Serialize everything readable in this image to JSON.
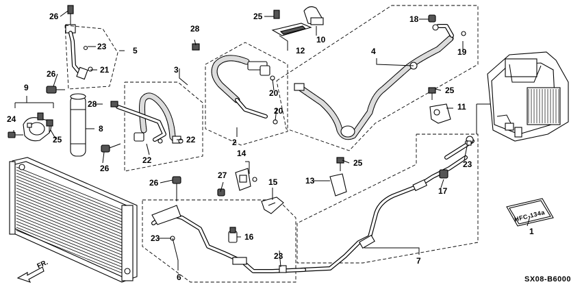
{
  "callouts": [
    {
      "id": "c1",
      "text": "1"
    },
    {
      "id": "c2",
      "text": "2"
    },
    {
      "id": "c3",
      "text": "3"
    },
    {
      "id": "c4",
      "text": "4"
    },
    {
      "id": "c5",
      "text": "5"
    },
    {
      "id": "c6",
      "text": "6"
    },
    {
      "id": "c7",
      "text": "7"
    },
    {
      "id": "c8",
      "text": "8"
    },
    {
      "id": "c9",
      "text": "9"
    },
    {
      "id": "c10",
      "text": "10"
    },
    {
      "id": "c11",
      "text": "11"
    },
    {
      "id": "c12",
      "text": "12"
    },
    {
      "id": "c13",
      "text": "13"
    },
    {
      "id": "c14",
      "text": "14"
    },
    {
      "id": "c15",
      "text": "15"
    },
    {
      "id": "c16",
      "text": "16"
    },
    {
      "id": "c17",
      "text": "17"
    },
    {
      "id": "c18",
      "text": "18"
    },
    {
      "id": "c19",
      "text": "19"
    },
    {
      "id": "c20a",
      "text": "20"
    },
    {
      "id": "c20b",
      "text": "20"
    },
    {
      "id": "c21",
      "text": "21"
    },
    {
      "id": "c22a",
      "text": "22"
    },
    {
      "id": "c22b",
      "text": "22"
    },
    {
      "id": "c23a",
      "text": "23"
    },
    {
      "id": "c23b",
      "text": "23"
    },
    {
      "id": "c23c",
      "text": "23"
    },
    {
      "id": "c23d",
      "text": "23"
    },
    {
      "id": "c24",
      "text": "24"
    },
    {
      "id": "c25a",
      "text": "25"
    },
    {
      "id": "c25b",
      "text": "25"
    },
    {
      "id": "c25c",
      "text": "25"
    },
    {
      "id": "c25d",
      "text": "25"
    },
    {
      "id": "c26a",
      "text": "26"
    },
    {
      "id": "c26b",
      "text": "26"
    },
    {
      "id": "c26c",
      "text": "26"
    },
    {
      "id": "c26d",
      "text": "26"
    },
    {
      "id": "c27",
      "text": "27"
    },
    {
      "id": "c28a",
      "text": "28"
    },
    {
      "id": "c28b",
      "text": "28"
    }
  ],
  "diagram_code": "SX08-B6000",
  "front_indicator": "FR.",
  "label_plate_text": "HFC-134a"
}
